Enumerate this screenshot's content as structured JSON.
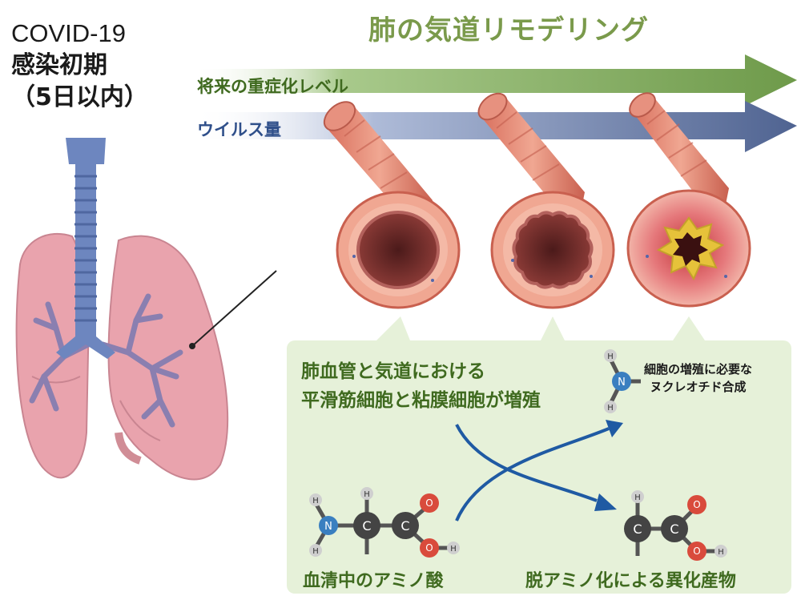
{
  "header": {
    "line1": "COVID-19",
    "line2": "感染初期",
    "line3": "（5日以内）"
  },
  "title": "肺の気道リモデリング",
  "arrows": {
    "severity_label": "将来の重症化レベル",
    "virus_label": "ウイルス量"
  },
  "panel": {
    "line1": "肺血管と気道における",
    "line2": "平滑筋細胞と粘膜細胞が増殖",
    "nucleotide_line1": "細胞の増殖に必要な",
    "nucleotide_line2": "ヌクレオチド合成",
    "amino_acid_label": "血清中のアミノ酸",
    "product_label": "脱アミノ化による異化産物"
  },
  "atoms": {
    "H": "H",
    "N": "N",
    "C": "C",
    "O": "O"
  },
  "colors": {
    "title_green": "#7a9a4b",
    "severity_arrow": "#7ea85a",
    "virus_arrow": "#4f6391",
    "panel_bg": "#e6f1d9",
    "airway": "#e7917f",
    "lung": "#e9a3ad",
    "trachea": "#6d86bf",
    "curve_arrow": "#1f5aa3"
  }
}
